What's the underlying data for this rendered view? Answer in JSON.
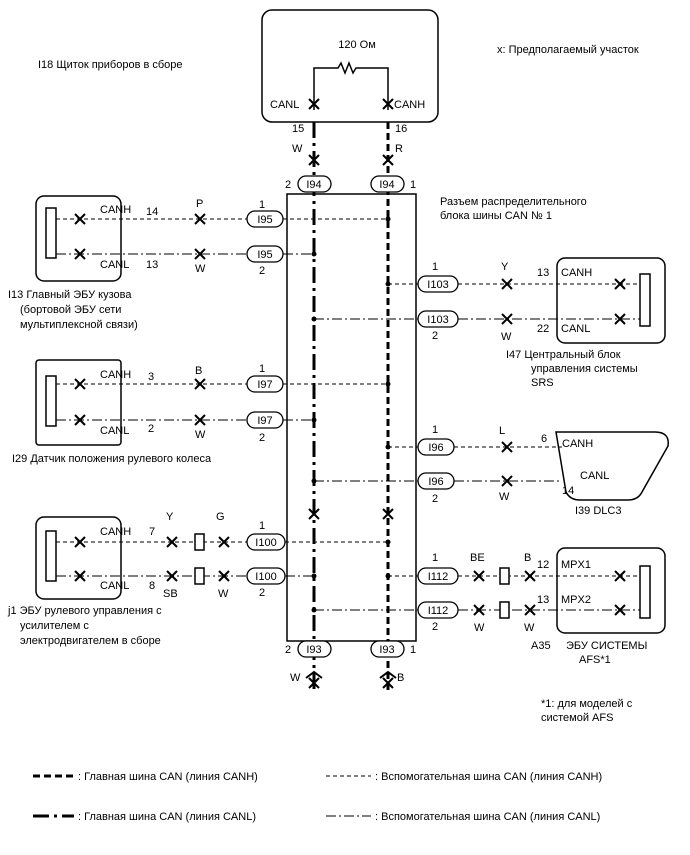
{
  "resistor": {
    "value": "120 Ом"
  },
  "meter": {
    "id_title": "I18  Щиток приборов в сборе",
    "canl_label": "CANL",
    "canh_label": "CANH",
    "pin_canl": "15",
    "pin_canh": "16",
    "wire_canl": "W",
    "wire_canh": "R"
  },
  "suspect_note": "x: Предполагаемый участок",
  "top_connector": {
    "label": "I94",
    "pin_left": "2",
    "pin_right": "1"
  },
  "junction_block": {
    "line1": "Разъем распределительного",
    "line2": "блока шины CAN № 1"
  },
  "body_ecu": {
    "title_lines": [
      "I13  Главный ЭБУ кузова",
      "(бортовой ЭБУ сети",
      "мультиплексной связи)"
    ],
    "canh": "CANH",
    "canl": "CANL",
    "pin_canh": "14",
    "pin_canl": "13",
    "wire_canh": "P",
    "wire_canl": "W",
    "conn": "I95",
    "conn_pin_top": "1",
    "conn_pin_bot": "2"
  },
  "srs": {
    "title_lines": [
      "I47  Центральный блок",
      "управления системы",
      "SRS"
    ],
    "canh": "CANH",
    "canl": "CANL",
    "pin_canh": "13",
    "pin_canl": "22",
    "wire_canh": "Y",
    "wire_canl": "W",
    "conn": "I103",
    "conn_pin_top": "1",
    "conn_pin_bot": "2"
  },
  "steering_sensor": {
    "title": "I29  Датчик положения рулевого колеса",
    "canh": "CANH",
    "canl": "CANL",
    "pin_canh": "3",
    "pin_canl": "2",
    "wire_canh": "B",
    "wire_canl": "W",
    "conn": "I97",
    "conn_pin_top": "1",
    "conn_pin_bot": "2"
  },
  "dlc3": {
    "title": "I39  DLC3",
    "canh": "CANH",
    "canl": "CANL",
    "pin_canh": "6",
    "pin_canl": "14",
    "wire_canh": "L",
    "wire_canl": "W",
    "conn": "I96",
    "conn_pin_top": "1",
    "conn_pin_bot": "2"
  },
  "eps": {
    "title_lines": [
      "j1  ЭБУ рулевого управления с",
      "усилителем с",
      "электродвигателем в сборе"
    ],
    "canh": "CANH",
    "canl": "CANL",
    "pin_canh": "7",
    "pin_canl": "8",
    "wire_h1": "Y",
    "wire_h2": "G",
    "wire_l1": "SB",
    "wire_l2": "W",
    "conn": "I100",
    "conn_pin_top": "1",
    "conn_pin_bot": "2"
  },
  "afs": {
    "id": "A35",
    "title_lines": [
      "ЭБУ СИСТЕМЫ",
      "AFS*1"
    ],
    "mpx1": "MPX1",
    "mpx2": "MPX2",
    "pin_mpx1": "12",
    "pin_mpx2": "13",
    "wire_a1": "BE",
    "wire_a2": "B",
    "wire_b1": "W",
    "wire_b2": "W",
    "conn": "I112",
    "conn_pin_top": "1",
    "conn_pin_bot": "2"
  },
  "bottom_connector": {
    "label": "I93",
    "pin_left": "2",
    "pin_right": "1",
    "wire_left": "W",
    "wire_right": "B"
  },
  "footnote_lines": [
    "*1: для моделей с",
    "системой AFS"
  ],
  "legend": {
    "main_canh": ": Главная шина CAN (линия CANH)",
    "aux_canh": ": Вспомогательная шина CAN (линия CANH)",
    "main_canl": ": Главная шина CAN (линия CANL)",
    "aux_canl": ": Вспомогательная шина CAN (линия CANL)"
  }
}
